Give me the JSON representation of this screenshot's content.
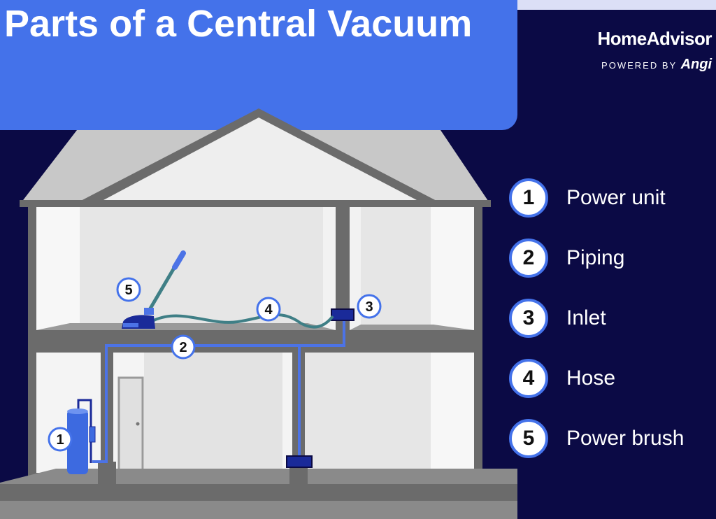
{
  "title": "Parts of a Central Vacuum",
  "brand": {
    "name": "HomeAdvisor",
    "powered_by": "POWERED BY",
    "partner": "Angi"
  },
  "legend": [
    {
      "number": "1",
      "label": "Power unit"
    },
    {
      "number": "2",
      "label": "Piping"
    },
    {
      "number": "3",
      "label": "Inlet"
    },
    {
      "number": "4",
      "label": "Hose"
    },
    {
      "number": "5",
      "label": "Power brush"
    }
  ],
  "callouts": [
    "1",
    "2",
    "3",
    "4",
    "5"
  ],
  "colors": {
    "background": "#0b0a45",
    "accent": "#4472ea",
    "walls": "#6b6b6b",
    "roof": "#c9c9c9",
    "hose": "#3f7f86"
  }
}
